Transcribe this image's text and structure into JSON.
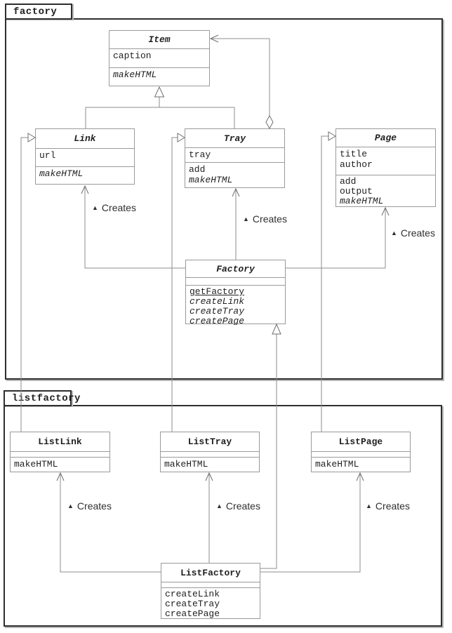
{
  "factory_package": {
    "label": "factory",
    "item": {
      "name": "Item",
      "a1": "caption",
      "m1": "makeHTML"
    },
    "link": {
      "name": "Link",
      "a1": "url",
      "m1": "makeHTML"
    },
    "tray": {
      "name": "Tray",
      "a1": "tray",
      "m1": "add",
      "m2": "makeHTML"
    },
    "page": {
      "name": "Page",
      "a1": "title",
      "a2": "author",
      "m1": "add",
      "m2": "output",
      "m3": "makeHTML"
    },
    "factory": {
      "name": "Factory",
      "m1": "getFactory",
      "m2": "createLink",
      "m3": "createTray",
      "m4": "createPage"
    }
  },
  "listfactory_package": {
    "label": "listfactory",
    "listlink": {
      "name": "ListLink",
      "m1": "makeHTML"
    },
    "listtray": {
      "name": "ListTray",
      "m1": "makeHTML"
    },
    "listpage": {
      "name": "ListPage",
      "m1": "makeHTML"
    },
    "listfactory": {
      "name": "ListFactory",
      "m1": "createLink",
      "m2": "createTray",
      "m3": "createPage"
    }
  },
  "labels": {
    "creates_marker": "▲",
    "creates_text": "Creates"
  },
  "relations": [
    "Link --|> Item",
    "Tray --|> Item",
    "Tray o-- Item (aggregation)",
    "Factory ..> Link : Creates",
    "Factory ..> Tray : Creates",
    "Factory ..> Page : Creates",
    "ListLink --|> Link",
    "ListTray --|> Tray",
    "ListPage --|> Page",
    "ListFactory --|> Factory",
    "ListFactory ..> ListLink : Creates",
    "ListFactory ..> ListTray : Creates",
    "ListFactory ..> ListPage : Creates"
  ]
}
